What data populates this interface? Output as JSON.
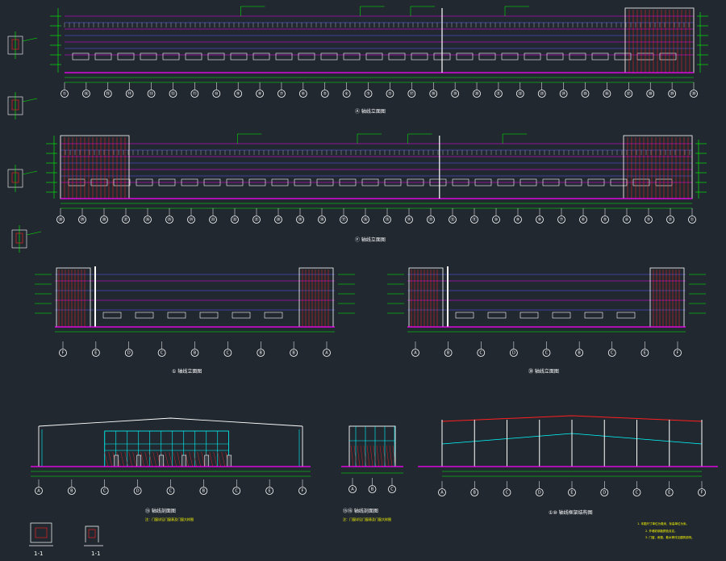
{
  "drawing": {
    "background": "#212830",
    "colors": {
      "green": "#00ff00",
      "white": "#ffffff",
      "magenta": "#ff00ff",
      "blue": "#5a5aff",
      "red": "#ff2020",
      "yellow": "#ffff00",
      "cyan": "#00ffff"
    },
    "elevations": [
      {
        "id": "elev-a",
        "title": "Ⓐ 轴线立面图",
        "axes": [
          "①",
          "⑯",
          "⑮",
          "⑭",
          "⑬",
          "⑫",
          "⑪",
          "⑩",
          "⑨",
          "⑧",
          "⑦",
          "⑥",
          "⑤",
          "④",
          "③",
          "②",
          "⑰",
          "⑱",
          "⑲",
          "⑳",
          "㉑",
          "㉒",
          "㉓",
          "㉔",
          "㉕",
          "㉖",
          "㉗",
          "㉘",
          "㉙",
          "㉚"
        ]
      },
      {
        "id": "elev-f",
        "title": "Ⓕ 轴线立面图",
        "axes": [
          "⑳",
          "㉙",
          "㉘",
          "㉗",
          "㉖",
          "㉕",
          "㉔",
          "㉓",
          "㉒",
          "㉑",
          "⑳",
          "⑲",
          "⑱",
          "⑰",
          "⑯",
          "⑮",
          "⑭",
          "⑬",
          "⑫",
          "⑪",
          "⑩",
          "⑨",
          "⑧",
          "⑦",
          "⑥",
          "⑤",
          "④",
          "③",
          "②",
          "①"
        ]
      },
      {
        "id": "elev-1",
        "title": "① 轴线立面图",
        "axes": [
          "F",
          "E",
          "D",
          "C",
          "B",
          "C",
          "B",
          "B",
          "A"
        ]
      },
      {
        "id": "elev-30",
        "title": "㉚ 轴线立面图",
        "axes": [
          "A",
          "B",
          "C",
          "D",
          "C",
          "B",
          "C",
          "E",
          "F"
        ]
      }
    ],
    "sections": [
      {
        "id": "sect-left",
        "title": "⑮ 轴线剖面图",
        "note": "注：门窗详见门窗表及门窗大样图",
        "axes": [
          "A",
          "B",
          "C",
          "D",
          "C",
          "B",
          "C",
          "E",
          "F"
        ]
      },
      {
        "id": "sect-mid",
        "title": "⑮⑯ 轴线剖面图",
        "note": "注：门窗详见门窗表及门窗大样图",
        "axes": [
          "A",
          "B",
          "C"
        ]
      },
      {
        "id": "sect-right",
        "title": "①⑩ 轴线框架结构图",
        "axes": [
          "A",
          "B",
          "C",
          "D",
          "E",
          "D",
          "C",
          "E",
          "F"
        ]
      }
    ],
    "details": [
      {
        "id": "detail-1",
        "label": "1-1"
      },
      {
        "id": "detail-2",
        "label": "1-1"
      }
    ],
    "notes": [
      "1. 本图尺寸单位为毫米，标高单位为米。",
      "2. 外墙彩钢板颜色另定。",
      "3. 门窗、雨篷、散水等详见建筑说明。"
    ]
  }
}
